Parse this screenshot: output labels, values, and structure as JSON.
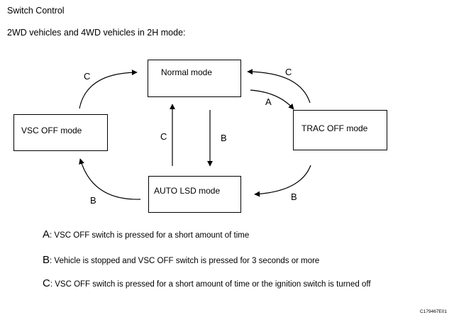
{
  "heading": "Switch Control",
  "subheading": "2WD vehicles and 4WD vehicles in 2H mode:",
  "modes": {
    "normal": "Normal mode",
    "vsc_off": "VSC OFF mode",
    "trac_off": "TRAC OFF mode",
    "auto_lsd": "AUTO LSD mode"
  },
  "arrow_labels": {
    "vsc_to_normal": "C",
    "trac_to_normal": "C",
    "normal_to_trac": "A",
    "auto_to_normal": "C",
    "normal_to_auto": "B",
    "auto_to_vsc": "B",
    "trac_to_auto": "B"
  },
  "legend": [
    {
      "key": "A",
      "text": ": VSC OFF switch is pressed for a short amount of time"
    },
    {
      "key": "B",
      "text": ": Vehicle is stopped and VSC OFF switch is pressed for 3 seconds or more"
    },
    {
      "key": "C",
      "text": ": VSC OFF switch is pressed for a short amount of time or the ignition switch is turned off"
    }
  ],
  "figure_code": "C179467E01"
}
